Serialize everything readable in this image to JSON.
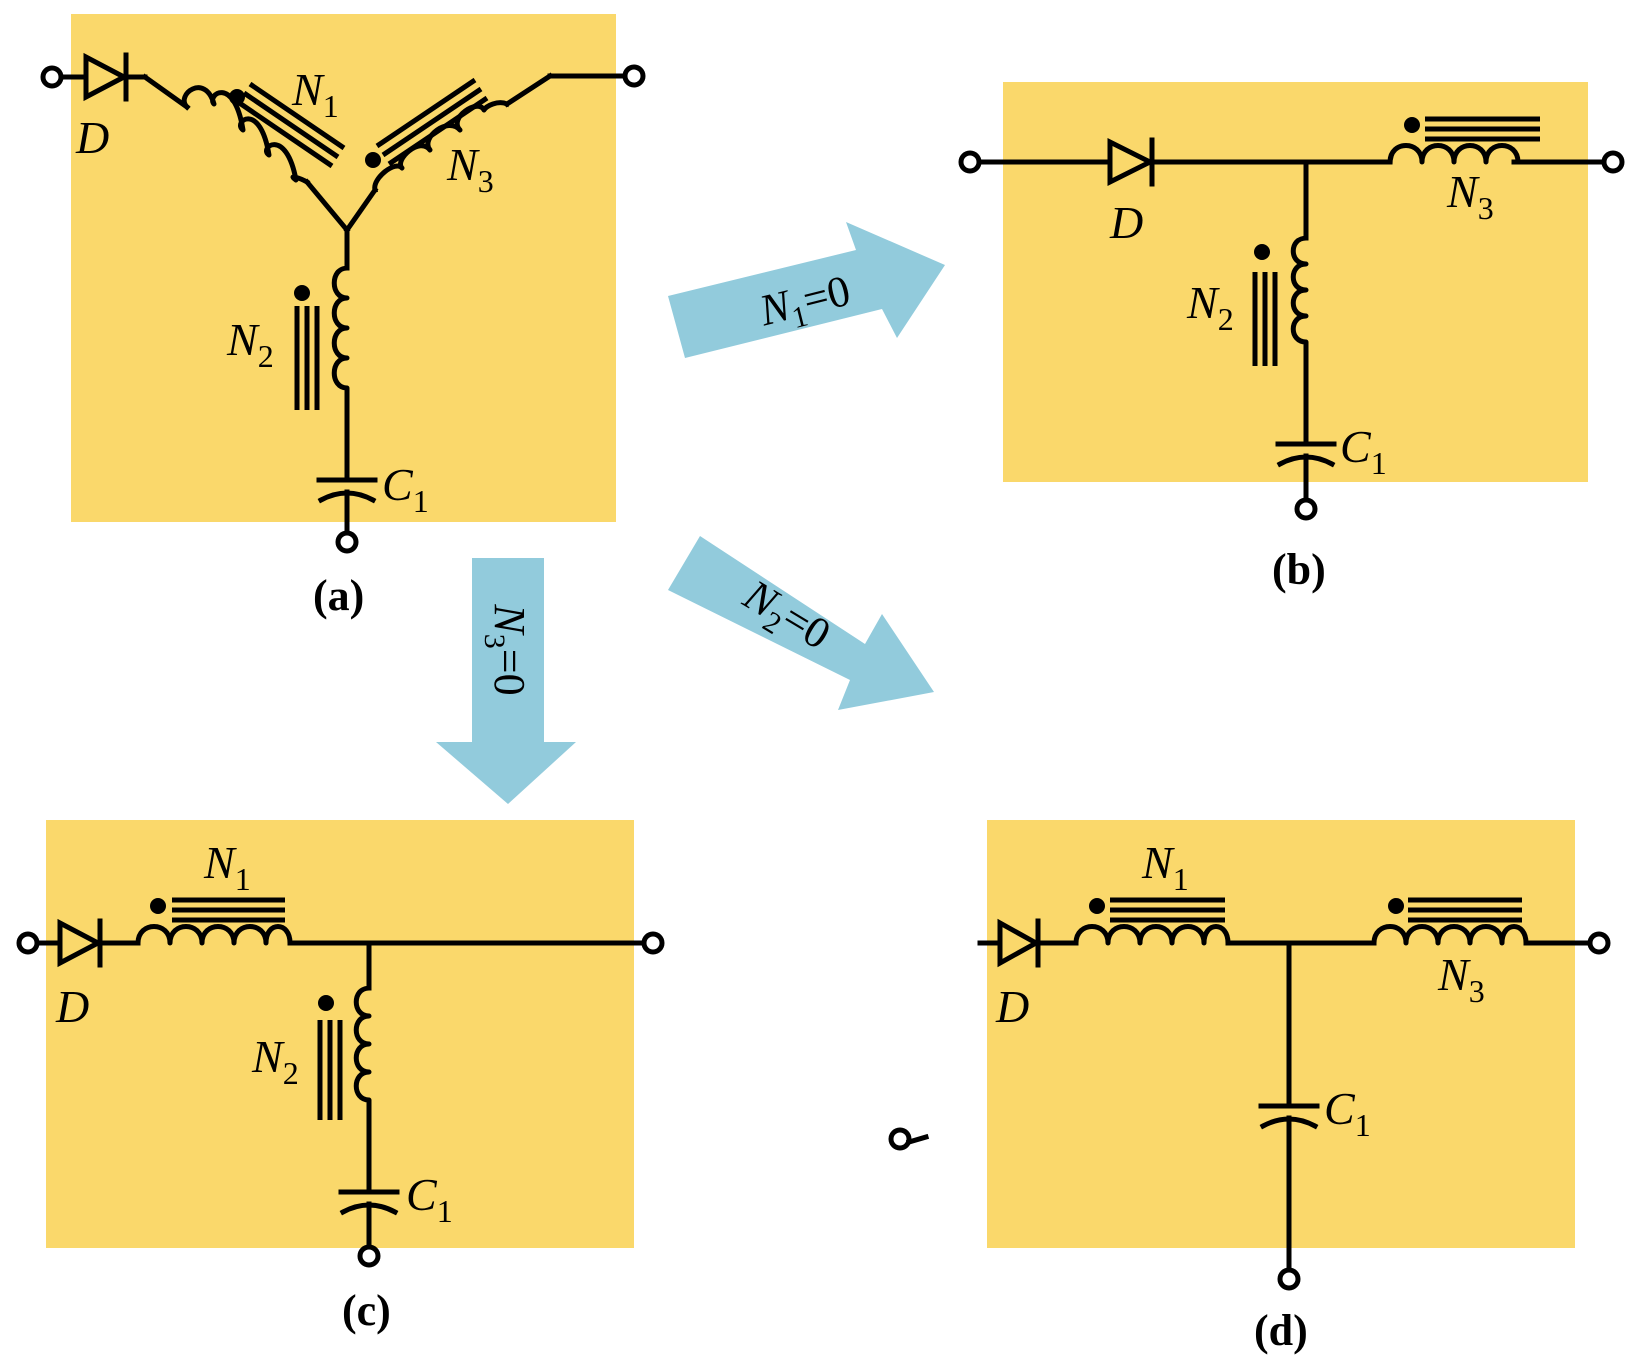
{
  "colors": {
    "panel": "#fad86b",
    "arrow": "#92cbdc",
    "wire": "#000000",
    "terminal_fill": "#ffffff"
  },
  "panel_a": {
    "caption": "(a)",
    "diode": "D",
    "N1": {
      "base": "N",
      "sub": "1"
    },
    "N2": {
      "base": "N",
      "sub": "2"
    },
    "N3": {
      "base": "N",
      "sub": "3"
    },
    "C1": {
      "base": "C",
      "sub": "1"
    }
  },
  "panel_b": {
    "caption": "(b)",
    "diode": "D",
    "N2": {
      "base": "N",
      "sub": "2"
    },
    "N3": {
      "base": "N",
      "sub": "3"
    },
    "C1": {
      "base": "C",
      "sub": "1"
    }
  },
  "panel_c": {
    "caption": "(c)",
    "diode": "D",
    "N1": {
      "base": "N",
      "sub": "1"
    },
    "N2": {
      "base": "N",
      "sub": "2"
    },
    "C1": {
      "base": "C",
      "sub": "1"
    }
  },
  "panel_d": {
    "caption": "(d)",
    "diode": "D",
    "N1": {
      "base": "N",
      "sub": "1"
    },
    "N3": {
      "base": "N",
      "sub": "3"
    },
    "C1": {
      "base": "C",
      "sub": "1"
    }
  },
  "arrow_b": {
    "base": "N",
    "sub": "1",
    "rest": "=0"
  },
  "arrow_c": {
    "base": "N",
    "sub": "3",
    "rest": "=0"
  },
  "arrow_d": {
    "base": "N",
    "sub": "2",
    "rest": "=0"
  }
}
